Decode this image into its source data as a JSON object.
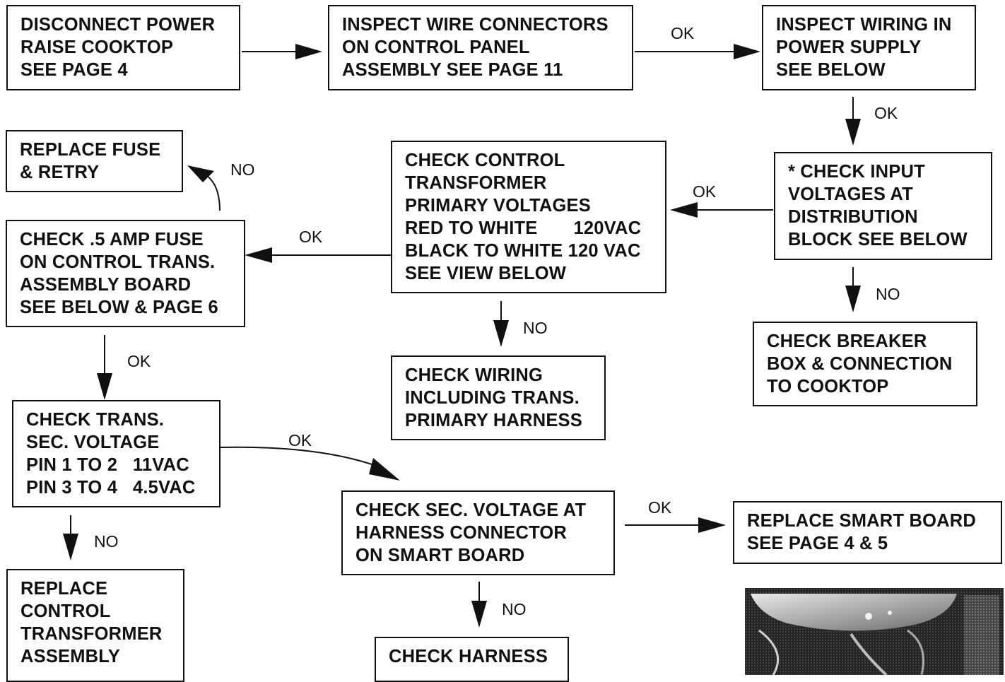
{
  "boxes": {
    "disconnect_power": [
      "DISCONNECT POWER",
      "RAISE COOKTOP",
      "SEE PAGE 4"
    ],
    "inspect_wire_connectors": [
      "INSPECT WIRE CONNECTORS",
      "ON CONTROL PANEL",
      "ASSEMBLY SEE PAGE 11"
    ],
    "inspect_wiring_power_supply": [
      "INSPECT WIRING IN",
      "POWER SUPPLY",
      "SEE BELOW"
    ],
    "replace_fuse": [
      "REPLACE FUSE",
      "& RETRY"
    ],
    "check_control_transformer": [
      "CHECK CONTROL",
      "TRANSFORMER",
      "PRIMARY VOLTAGES",
      "RED TO WHITE       120VAC",
      "BLACK TO WHITE 120 VAC",
      "SEE VIEW BELOW"
    ],
    "check_input_voltages": [
      "* CHECK INPUT",
      "VOLTAGES AT",
      "DISTRIBUTION",
      "BLOCK SEE BELOW"
    ],
    "check_fuse": [
      "CHECK .5 AMP FUSE",
      "ON CONTROL TRANS.",
      "ASSEMBLY BOARD",
      "SEE BELOW & PAGE 6"
    ],
    "check_breaker_box": [
      "CHECK BREAKER",
      "BOX & CONNECTION",
      "TO COOKTOP"
    ],
    "check_wiring_primary_harness": [
      "CHECK WIRING",
      "INCLUDING TRANS.",
      "PRIMARY HARNESS"
    ],
    "check_trans_secondary_voltage": [
      "CHECK TRANS.",
      "SEC. VOLTAGE",
      "PIN 1 TO 2   11VAC",
      "PIN 3 TO 4   4.5VAC"
    ],
    "check_sec_voltage_harness": [
      "CHECK SEC. VOLTAGE AT",
      "HARNESS CONNECTOR",
      "ON SMART BOARD"
    ],
    "replace_smart_board": [
      "REPLACE SMART BOARD",
      "SEE PAGE 4 & 5"
    ],
    "replace_control_transformer": [
      "REPLACE",
      "CONTROL",
      "TRANSFORMER",
      "ASSEMBLY"
    ],
    "check_harness": [
      "CHECK HARNESS"
    ]
  },
  "edge_labels": {
    "ok": "OK",
    "no": "NO"
  },
  "colors": {
    "ink": "#111111",
    "background": "#ffffff"
  }
}
